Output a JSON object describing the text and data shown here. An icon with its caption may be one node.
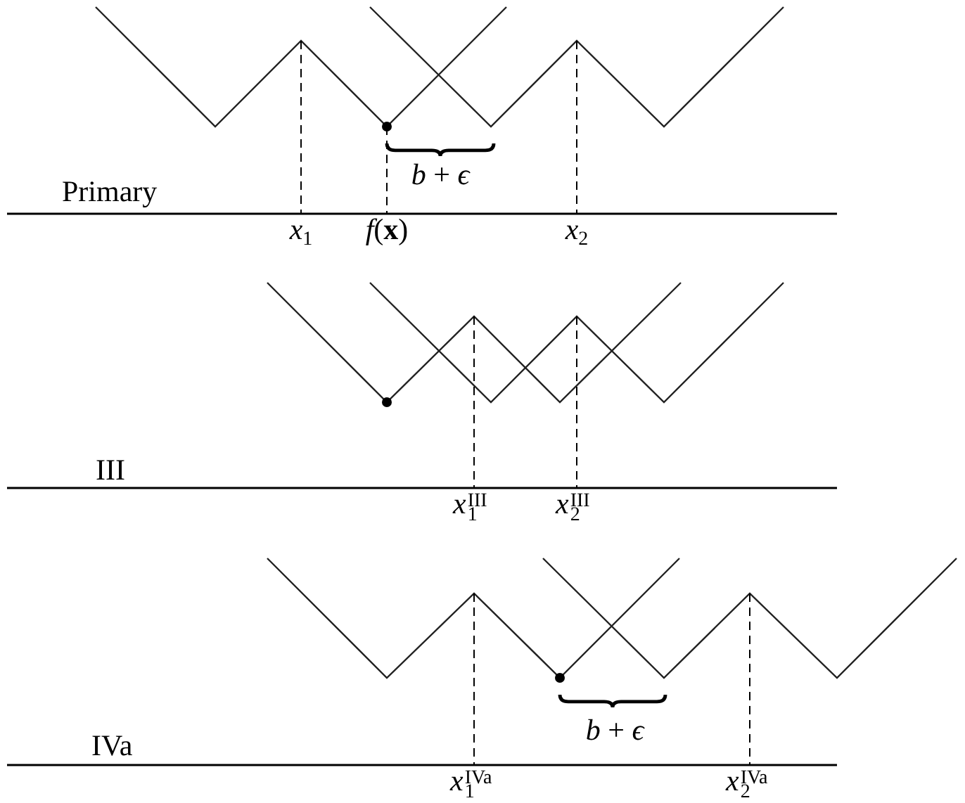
{
  "diagram": {
    "labels": [
      "*b* + *ϵ*",
      "Primary",
      "*x*$_{1}$",
      "*f*(**x**)",
      "*x*$_{2}$",
      "III",
      "*x*$_{1}$$^{III}$",
      "*x*$_{2}$$^{III}$",
      "*b* + *ϵ*",
      "IVa",
      "*x*$_{1}$$^{IVa}$",
      "*x*$_{2}$$^{IVa}$"
    ]
  }
}
